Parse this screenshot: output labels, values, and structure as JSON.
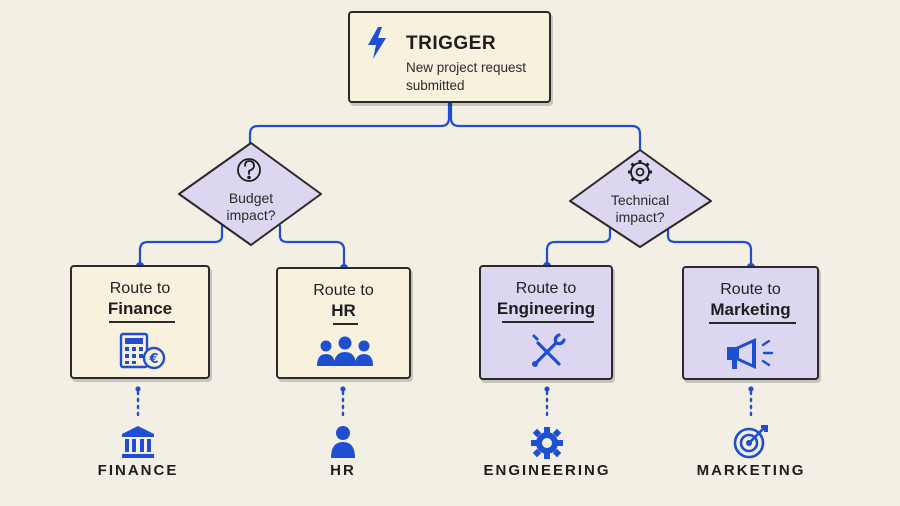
{
  "trigger": {
    "title": "TRIGGER",
    "description": "New project request submitted",
    "icon": "lightning-bolt-icon"
  },
  "decisions": [
    {
      "label": "Budget impact?",
      "icon": "question-mark-icon"
    },
    {
      "label": "Technical impact?",
      "icon": "gear-icon"
    }
  ],
  "routes": [
    {
      "prefix": "Route to",
      "department": "Finance",
      "icon": "calculator-euro-icon"
    },
    {
      "prefix": "Route to",
      "department": "HR",
      "icon": "people-group-icon"
    },
    {
      "prefix": "Route to",
      "department": "Engineering",
      "icon": "wrench-screwdriver-icon"
    },
    {
      "prefix": "Route to",
      "department": "Marketing",
      "icon": "megaphone-icon"
    }
  ],
  "destinations": [
    {
      "label": "FINANCE",
      "icon": "bank-building-icon"
    },
    {
      "label": "HR",
      "icon": "person-icon"
    },
    {
      "label": "ENGINEERING",
      "icon": "gear-icon"
    },
    {
      "label": "MARKETING",
      "icon": "target-icon"
    }
  ],
  "colors": {
    "background": "#f3efe4",
    "accent_blue": "#1f4fd1",
    "cream_box": "#f7f1de",
    "lavender_box": "#ddd6f0",
    "outline": "#2a2a2a"
  }
}
